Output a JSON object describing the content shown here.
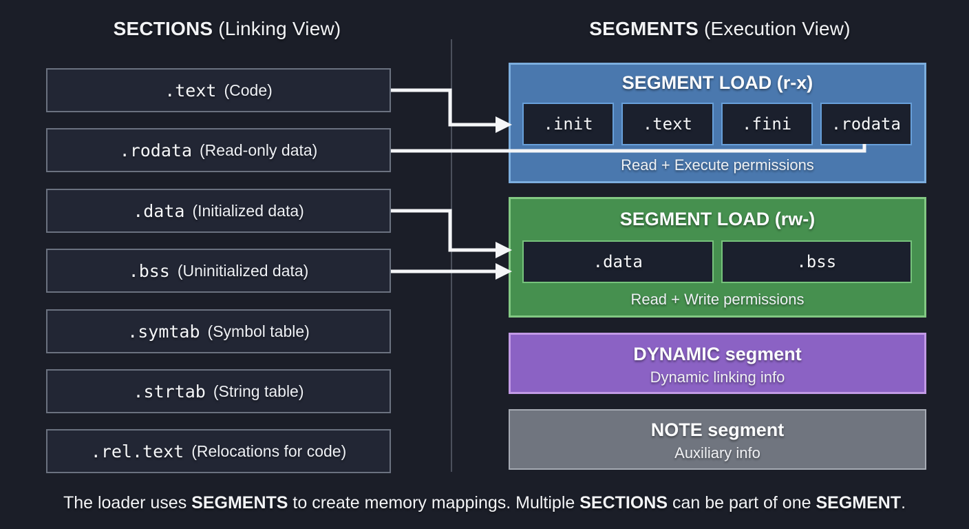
{
  "left": {
    "title_bold": "SECTIONS",
    "title_rest": " (Linking View)",
    "sections": [
      {
        "name": ".text",
        "desc": "(Code)"
      },
      {
        "name": ".rodata",
        "desc": "(Read-only data)"
      },
      {
        "name": ".data",
        "desc": "(Initialized data)"
      },
      {
        "name": ".bss",
        "desc": "(Uninitialized data)"
      },
      {
        "name": ".symtab",
        "desc": "(Symbol table)"
      },
      {
        "name": ".strtab",
        "desc": "(String table)"
      },
      {
        "name": ".rel.text",
        "desc": "(Relocations for code)"
      }
    ]
  },
  "right": {
    "title_bold": "SEGMENTS",
    "title_rest": " (Execution View)",
    "segments": {
      "load_rx": {
        "title": "SEGMENT LOAD (r-x)",
        "sections": [
          ".init",
          ".text",
          ".fini",
          ".rodata"
        ],
        "note": "Read + Execute permissions"
      },
      "load_rw": {
        "title": "SEGMENT LOAD (rw-)",
        "sections": [
          ".data",
          ".bss"
        ],
        "note": "Read + Write permissions"
      },
      "dynamic": {
        "title": "DYNAMIC segment",
        "subtitle": "Dynamic linking info"
      },
      "note": {
        "title": "NOTE segment",
        "subtitle": "Auxiliary info"
      }
    }
  },
  "arrows": [
    {
      "from": ".text",
      "to": "SEGMENT LOAD (r-x)"
    },
    {
      "from": ".rodata",
      "to": ".rodata in SEGMENT LOAD (r-x)"
    },
    {
      "from": ".data",
      "to": "SEGMENT LOAD (rw-)"
    },
    {
      "from": ".bss",
      "to": "SEGMENT LOAD (rw-)"
    }
  ],
  "caption": {
    "part1": "The loader uses ",
    "bold1": "SEGMENTS",
    "part2": " to create memory mappings. Multiple ",
    "bold2": "SECTIONS",
    "part3": " can be part of one ",
    "bold3": "SEGMENT",
    "part4": "."
  },
  "colors": {
    "bg": "#1b1e28",
    "box-fill": "#222634",
    "box-border": "#6b7280",
    "sub-fill": "#1b202d",
    "blue-fill": "#4a78ae",
    "blue-border": "#7caede",
    "blue-sub-border": "#68a0da",
    "green-fill": "#46904f",
    "green-border": "#83c983",
    "green-sub-border": "#77c37c",
    "purple-fill": "#8b62c4",
    "purple-border": "#c29ae6",
    "gray-fill": "#70757f",
    "gray-border": "#a6abb4",
    "divider": "#4b505c",
    "arrow": "#f5f6f8",
    "text": "#f2f3f5"
  }
}
